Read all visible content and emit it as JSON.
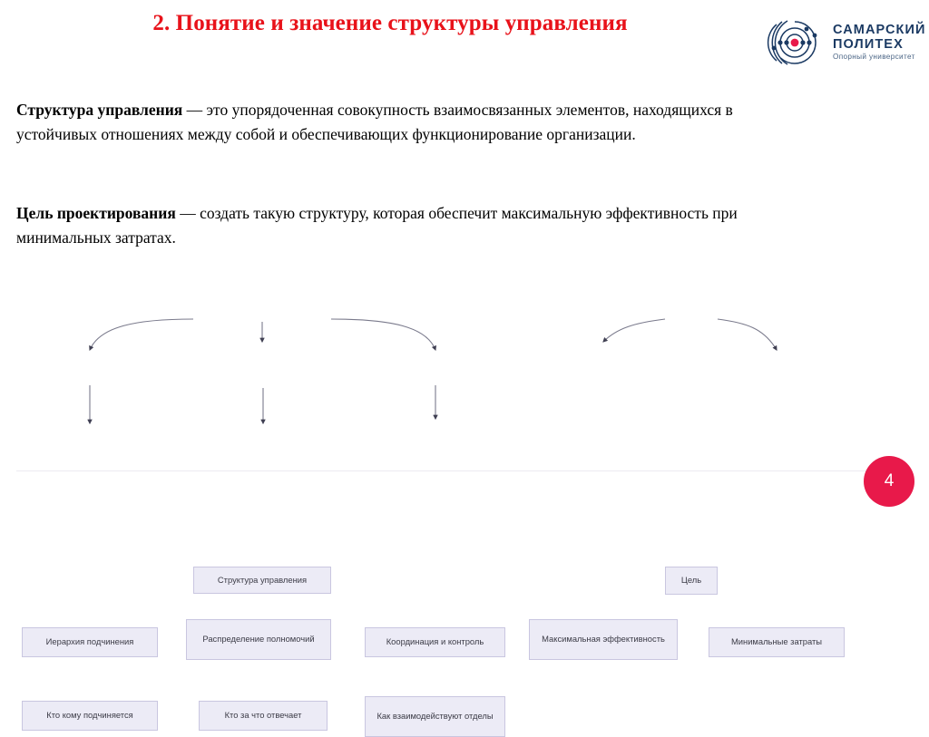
{
  "slide": {
    "number_badge": "4",
    "title_number": "2.",
    "title_text": " Понятие и значение структуры управления",
    "title_color": "#e8121a",
    "background": "#ffffff"
  },
  "logo": {
    "line1": "САМАРСКИЙ",
    "line2": "ПОЛИТЕХ",
    "subtitle": "Опорный университет",
    "brand_color": "#1b3a63",
    "accent_color": "#e8194a"
  },
  "paragraphs": {
    "p1_bold": "Структура управления",
    "p1_rest": " — это упорядоченная совокупность взаимосвязанных элементов, находящихся в устойчивых отношениях между собой и обеспечивающих функционирование организации.",
    "p2_bold": "Цель проектирования",
    "p2_rest": " — создать такую структуру, которая обеспечит максимальную эффективность при минимальных затратах."
  },
  "diagram": {
    "node_fill": "#ecebf6",
    "node_border": "#c9c6e0",
    "connector_color": "#6b6b7a",
    "left_tree": {
      "root": "Структура управления",
      "children": [
        {
          "label": "Иерархия подчинения",
          "child": "Кто кому подчиняется"
        },
        {
          "label": "Распределение полномочий",
          "child": "Кто за что отвечает"
        },
        {
          "label": "Координация и контроль",
          "child": "Как взаимодействуют отделы"
        }
      ]
    },
    "right_tree": {
      "root": "Цель",
      "children": [
        {
          "label": "Максимальная эффективность"
        },
        {
          "label": "Минимальные затраты"
        }
      ]
    }
  }
}
